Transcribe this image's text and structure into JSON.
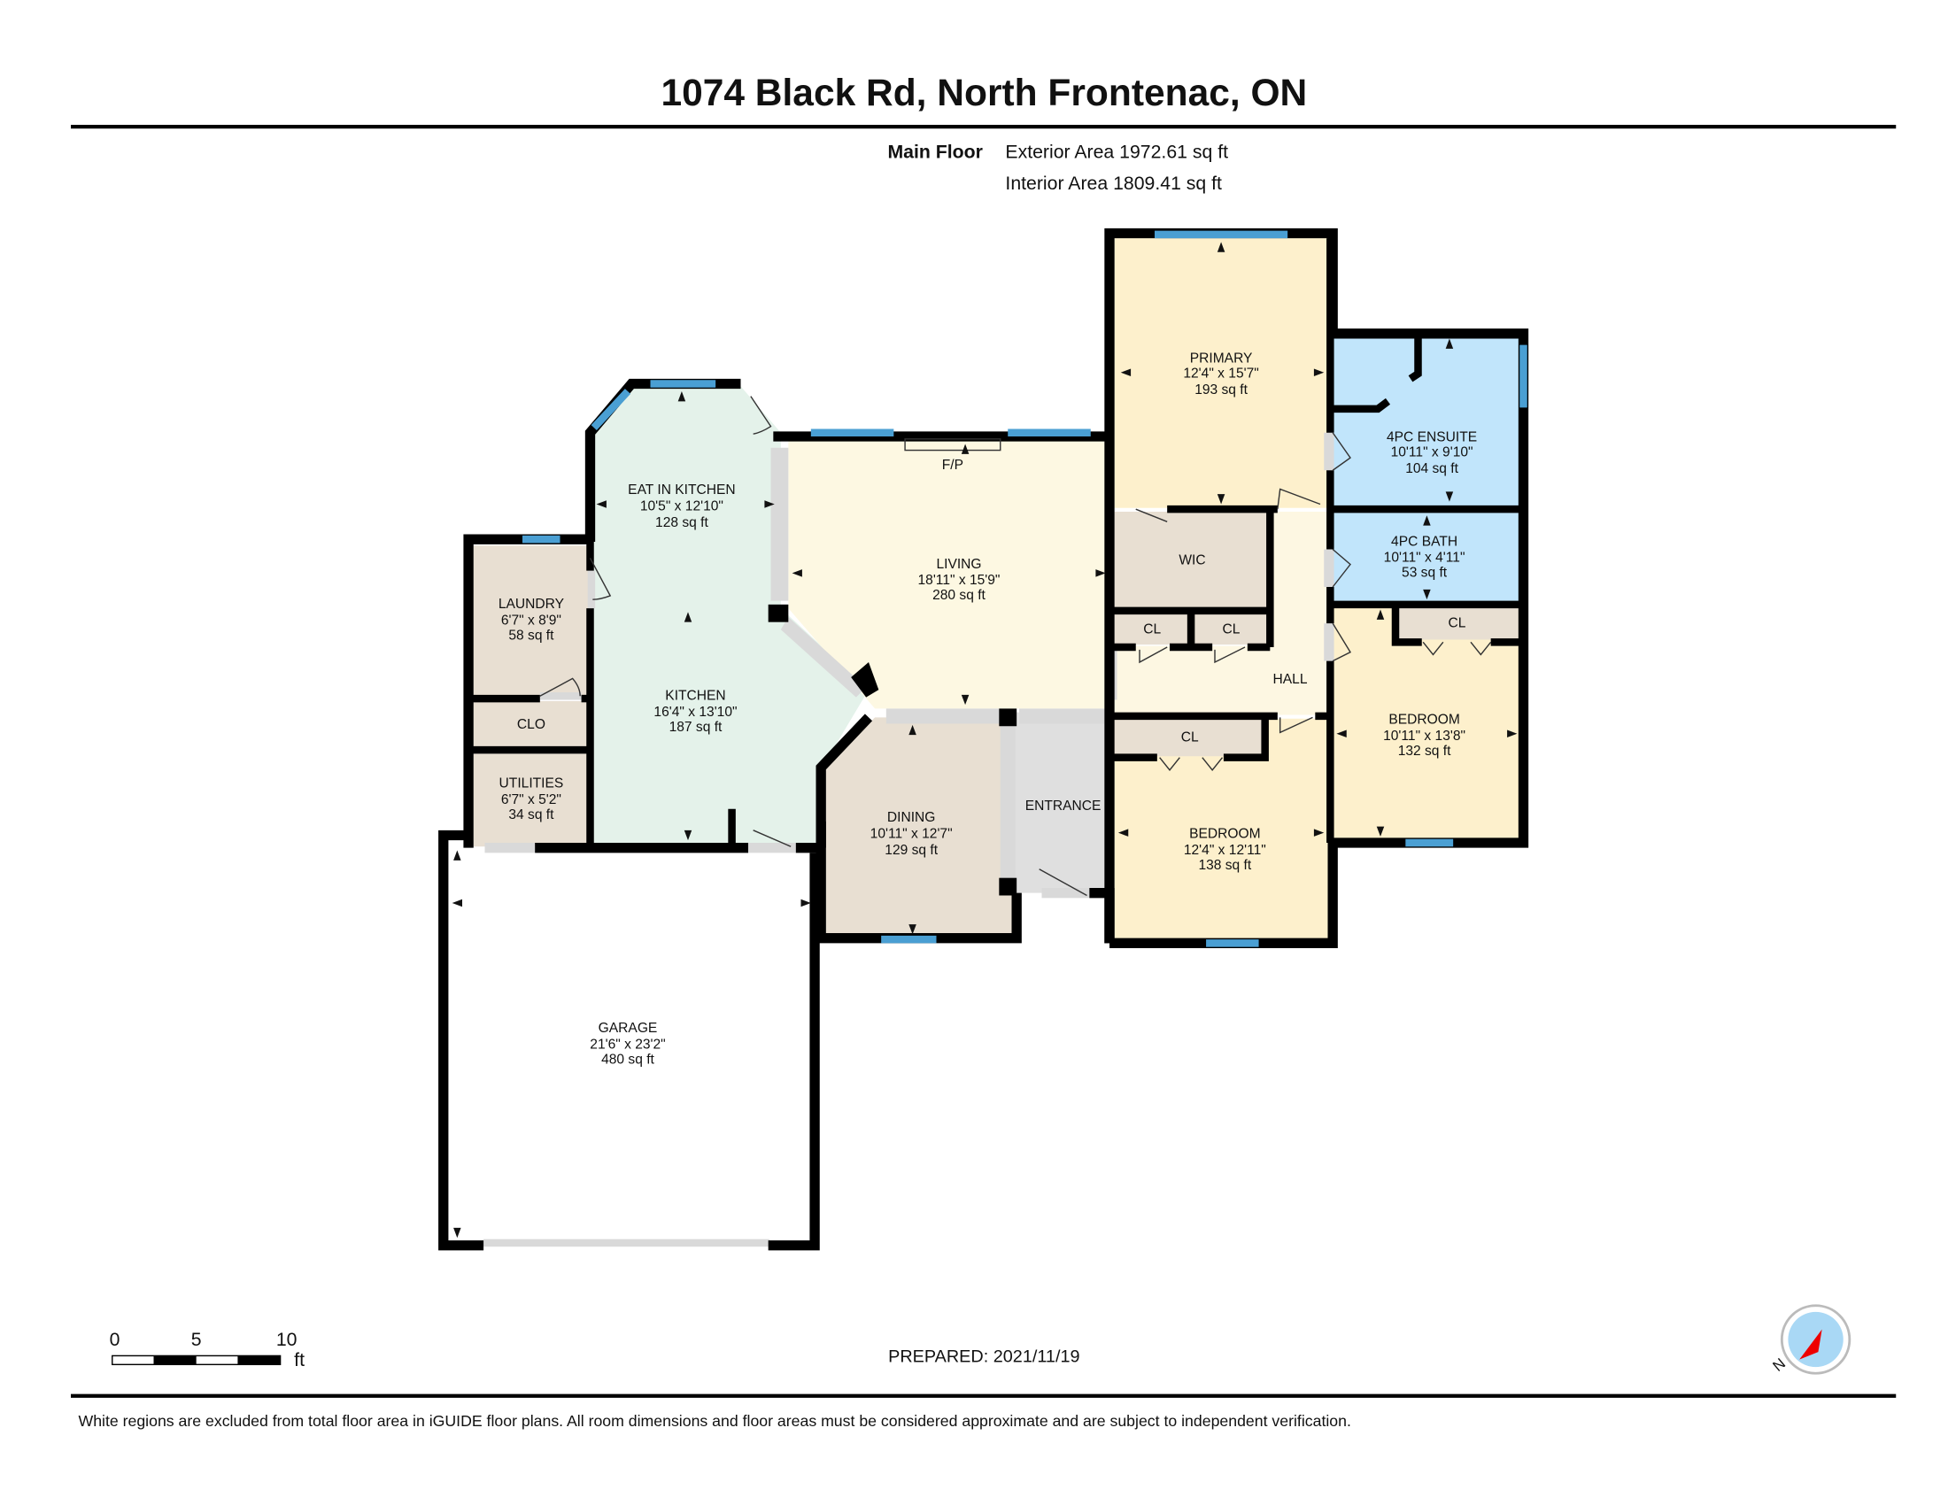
{
  "title": "1074 Black Rd, North Frontenac, ON",
  "floor": {
    "name": "Main Floor",
    "exterior_area": "Exterior Area 1972.61 sq ft",
    "interior_area": "Interior Area 1809.41 sq ft"
  },
  "rooms": {
    "eat_in_kitchen": {
      "name": "EAT IN KITCHEN",
      "dims": "10'5\" x 12'10\"",
      "area": "128 sq ft"
    },
    "kitchen": {
      "name": "KITCHEN",
      "dims": "16'4\" x 13'10\"",
      "area": "187 sq ft"
    },
    "living": {
      "name": "LIVING",
      "dims": "18'11\" x 15'9\"",
      "area": "280 sq ft",
      "fireplace": "F/P"
    },
    "dining": {
      "name": "DINING",
      "dims": "10'11\" x 12'7\"",
      "area": "129 sq ft"
    },
    "entrance": {
      "name": "ENTRANCE"
    },
    "primary": {
      "name": "PRIMARY",
      "dims": "12'4\" x 15'7\"",
      "area": "193 sq ft"
    },
    "ensuite": {
      "name": "4PC ENSUITE",
      "dims": "10'11\" x 9'10\"",
      "area": "104 sq ft"
    },
    "bath": {
      "name": "4PC BATH",
      "dims": "10'11\" x 4'11\"",
      "area": "53 sq ft"
    },
    "wic": {
      "name": "WIC"
    },
    "cl1": {
      "name": "CL"
    },
    "cl2": {
      "name": "CL"
    },
    "cl3": {
      "name": "CL"
    },
    "cl4": {
      "name": "CL"
    },
    "hall": {
      "name": "HALL"
    },
    "bedroom1": {
      "name": "BEDROOM",
      "dims": "10'11\" x 13'8\"",
      "area": "132 sq ft"
    },
    "bedroom2": {
      "name": "BEDROOM",
      "dims": "12'4\" x 12'11\"",
      "area": "138 sq ft"
    },
    "laundry": {
      "name": "LAUNDRY",
      "dims": "6'7\" x 8'9\"",
      "area": "58 sq ft"
    },
    "clo": {
      "name": "CLO"
    },
    "utilities": {
      "name": "UTILITIES",
      "dims": "6'7\" x 5'2\"",
      "area": "34 sq ft"
    },
    "garage": {
      "name": "GARAGE",
      "dims": "21'6\" x 23'2\"",
      "area": "480 sq ft"
    }
  },
  "scale": {
    "ticks": [
      "0",
      "5",
      "10"
    ],
    "unit": "ft"
  },
  "prepared": "PREPARED: 2021/11/19",
  "compass_label": "N",
  "disclaimer": "White regions are excluded from total floor area in iGUIDE floor plans. All room dimensions and floor areas must be considered approximate and are subject to independent verification.",
  "colors": {
    "kitchen": "#e4f2ea",
    "living": "#fdf8e2",
    "bedroom": "#fdf0cc",
    "bath": "#c1e5fb",
    "utility": "#e8dfd2",
    "entrance": "#dfdfdf",
    "window": "#4a9fd3"
  }
}
